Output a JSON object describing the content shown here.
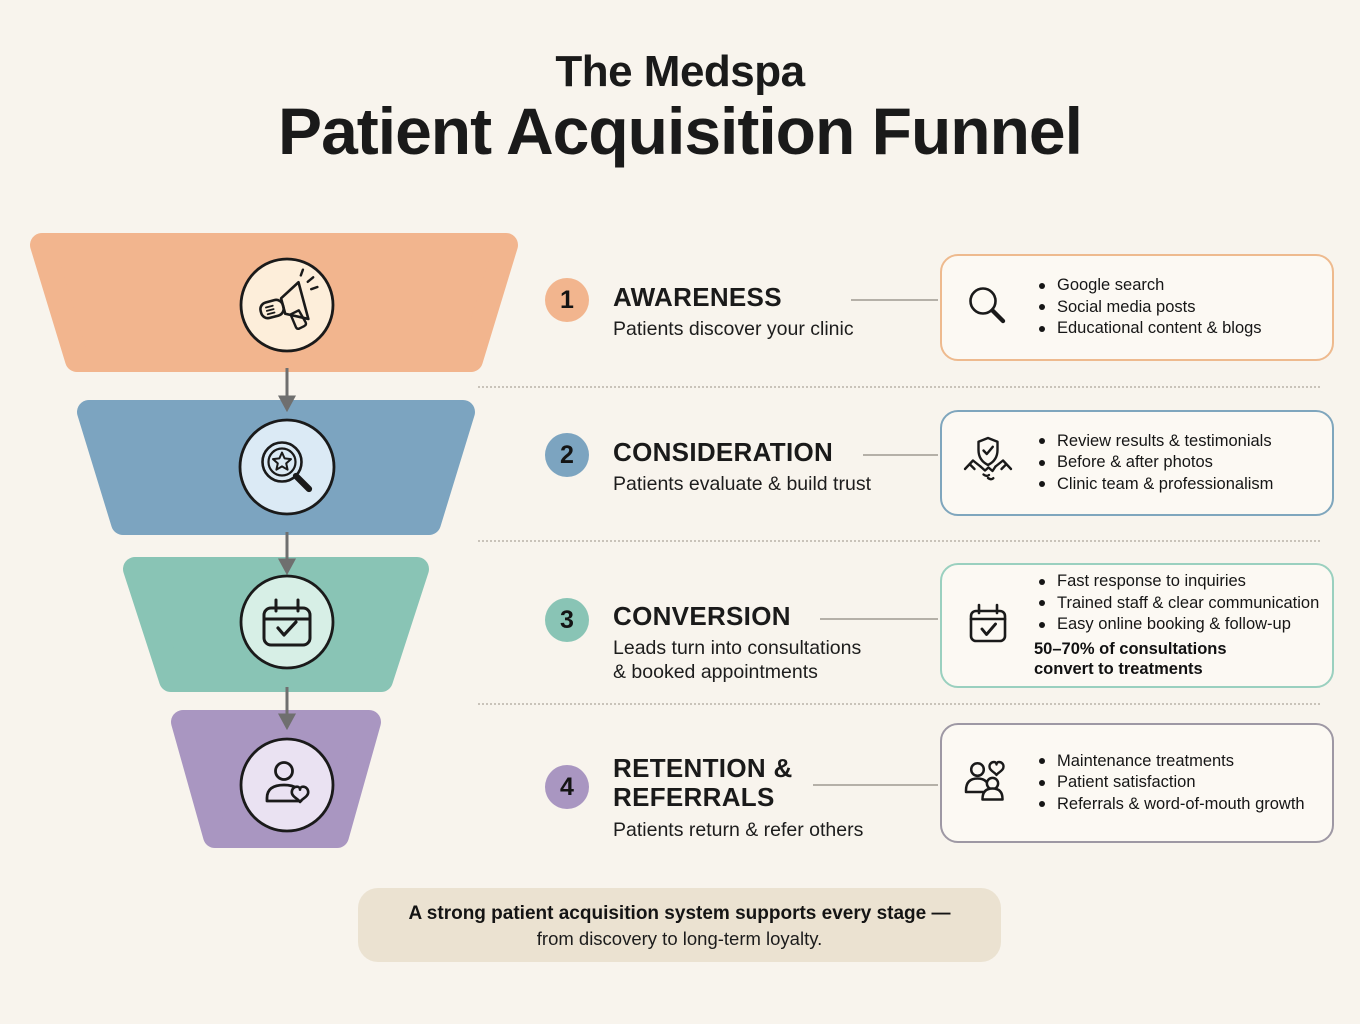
{
  "palette": {
    "bg": "#f8f4ed",
    "ink": "#1a1a1a",
    "stage1": "#f2b58e",
    "stage2": "#7ca4c0",
    "stage3": "#89c4b5",
    "stage4": "#a996c1",
    "light1": "#fdeeda",
    "light2": "#dbeaf5",
    "light3": "#d7efe6",
    "light4": "#eae2f2",
    "border1": "#eeba8e",
    "border2": "#7fa6bd",
    "border3": "#9ad0bf",
    "border4": "#9e98a4",
    "box_bg": "#fcf9f3",
    "footer_bg": "#ebe2d1",
    "line_gray": "#b5b0a8",
    "arrow_gray": "#6f6f6f",
    "dotted_gray": "#c9c3ba"
  },
  "header": {
    "title_top": "The Medspa",
    "title_main": "Patient Acquisition Funnel"
  },
  "stages": [
    {
      "number": "1",
      "title": "AWARENESS",
      "subtitle": "Patients discover your clinic",
      "funnel_icon": "megaphone-icon",
      "box": {
        "icon": "magnifier-icon",
        "bullets": [
          "Google search",
          "Social media posts",
          "Educational content & blogs"
        ]
      }
    },
    {
      "number": "2",
      "title": "CONSIDERATION",
      "subtitle": "Patients evaluate & build trust",
      "funnel_icon": "magnifier-star-icon",
      "box": {
        "icon": "shield-handshake-icon",
        "bullets": [
          "Review results & testimonials",
          "Before & after photos",
          "Clinic team & professionalism"
        ]
      }
    },
    {
      "number": "3",
      "title": "CONVERSION",
      "subtitle": "Leads turn into consultations\n& booked appointments",
      "funnel_icon": "calendar-check-icon",
      "box": {
        "icon": "calendar-check-icon",
        "bullets": [
          "Fast response to inquiries",
          "Trained staff & clear communication",
          "Easy online booking & follow-up"
        ],
        "stat": "50–70% of consultations\nconvert to treatments"
      }
    },
    {
      "number": "4",
      "title": "RETENTION &\nREFERRALS",
      "subtitle": "Patients return & refer others",
      "funnel_icon": "person-heart-icon",
      "box": {
        "icon": "people-heart-icon",
        "bullets": [
          "Maintenance treatments",
          "Patient satisfaction",
          "Referrals & word-of-mouth growth"
        ]
      }
    }
  ],
  "footer": {
    "line1": "A strong patient acquisition system supports every stage —",
    "line2": "from discovery to long-term loyalty."
  }
}
